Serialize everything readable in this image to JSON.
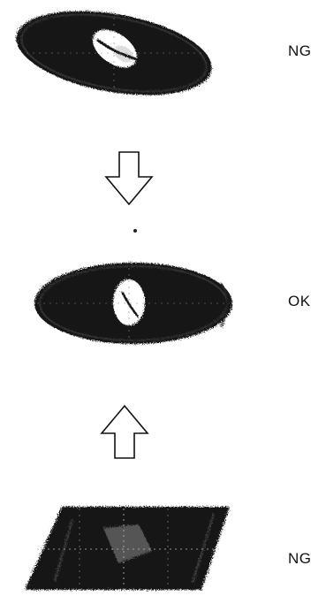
{
  "diagrams": [
    {
      "label": "NG"
    },
    {
      "label": "OK"
    },
    {
      "label": "NG"
    }
  ],
  "arrows": [
    {
      "direction": "down-arrow-icon"
    },
    {
      "direction": "up-arrow-icon"
    }
  ]
}
